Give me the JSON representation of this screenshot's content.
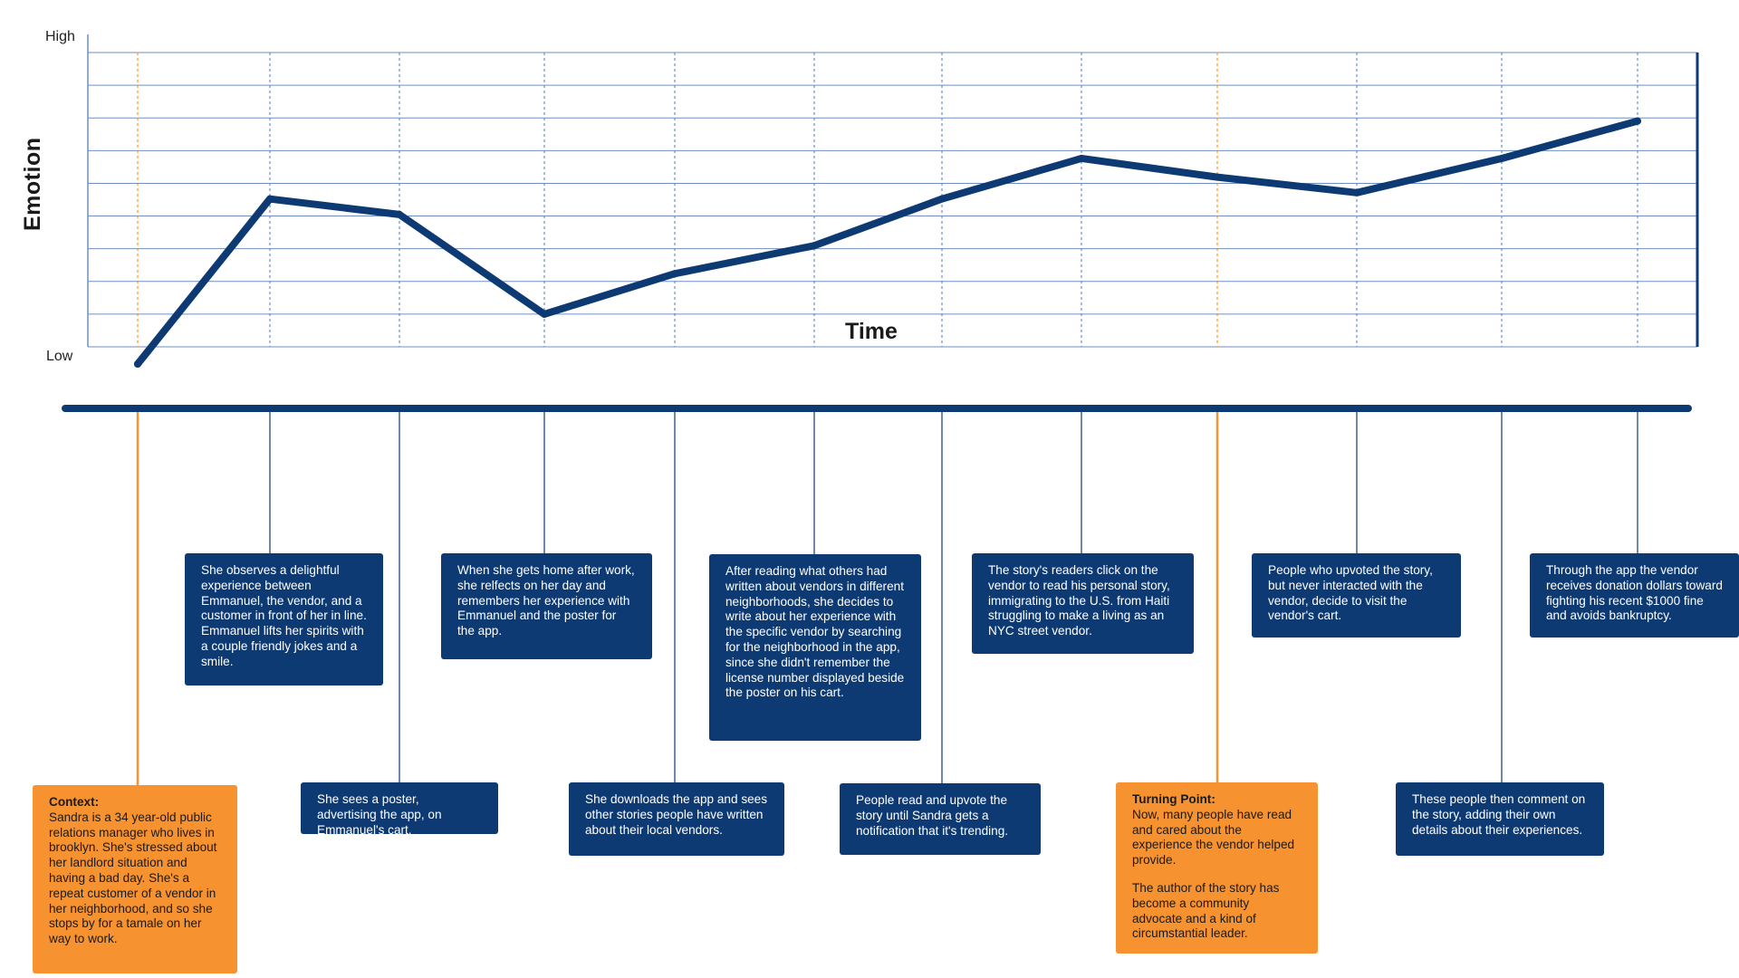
{
  "axes": {
    "y_label": "Emotion",
    "y_high": "High",
    "y_low": "Low",
    "x_label": "Time"
  },
  "colors": {
    "line": "#0e3a74",
    "card_blue": "#0e3a74",
    "card_orange": "#f6922f",
    "grid": "#6f8fc0",
    "orange_guide": "#f6922f"
  },
  "chart_data": {
    "type": "line",
    "title": "",
    "xlabel": "Time",
    "ylabel": "Emotion",
    "ylim": [
      "Low",
      "High"
    ],
    "grid": true,
    "series": [
      {
        "values": [
          0.0,
          0.53,
          0.48,
          0.16,
          0.29,
          0.38,
          0.53,
          0.66,
          0.6,
          0.55,
          0.66,
          0.78
        ]
      }
    ]
  },
  "steps": [
    {
      "tone": "orange",
      "title": "Context:",
      "paragraphs": [
        "Sandra is a 34 year-old public relations manager who lives in brooklyn. She's stressed about her landlord situation and having a bad day. She's a repeat customer of a vendor in her neighborhood, and so she stops by for a tamale on her way to work."
      ]
    },
    {
      "tone": "blue",
      "title": "",
      "paragraphs": [
        "She observes a delightful experience between Emmanuel, the vendor, and a customer in front of her in line. Emmanuel lifts her spirits with a couple friendly jokes and a smile."
      ]
    },
    {
      "tone": "blue",
      "title": "",
      "paragraphs": [
        "She sees a poster, advertising the app, on Emmanuel's cart."
      ]
    },
    {
      "tone": "blue",
      "title": "",
      "paragraphs": [
        "When she gets home after work, she relfects on her day and remembers her experience with Emmanuel and the poster for the app."
      ]
    },
    {
      "tone": "blue",
      "title": "",
      "paragraphs": [
        "She downloads the app and sees other stories people have written about their local vendors."
      ]
    },
    {
      "tone": "blue",
      "title": "",
      "paragraphs": [
        "After reading what others had written about vendors in different neighborhoods, she decides to write about her experience with the specific vendor by searching for the neighborhood in the app, since she didn't remember the license number displayed beside the poster on his cart."
      ]
    },
    {
      "tone": "blue",
      "title": "",
      "paragraphs": [
        "People read and upvote the story until Sandra gets a notification that it's trending."
      ]
    },
    {
      "tone": "blue",
      "title": "",
      "paragraphs": [
        "The story's readers click on the vendor to read his personal story, immigrating to the U.S. from Haiti struggling to make a living as an NYC street vendor."
      ]
    },
    {
      "tone": "orange",
      "title": "Turning Point:",
      "paragraphs": [
        "Now, many people have read and cared about the experience the vendor helped provide.",
        "The author of the story has become a community advocate and a kind of circumstantial leader."
      ]
    },
    {
      "tone": "blue",
      "title": "",
      "paragraphs": [
        "People who upvoted the story, but never interacted with the vendor, decide to visit the vendor's cart."
      ]
    },
    {
      "tone": "blue",
      "title": "",
      "paragraphs": [
        "These people then comment on the story, adding their own details about their experiences."
      ]
    },
    {
      "tone": "blue",
      "title": "",
      "paragraphs": [
        "Through the app the vendor receives donation dollars toward fighting his recent $1000 fine and avoids bankruptcy."
      ]
    }
  ]
}
